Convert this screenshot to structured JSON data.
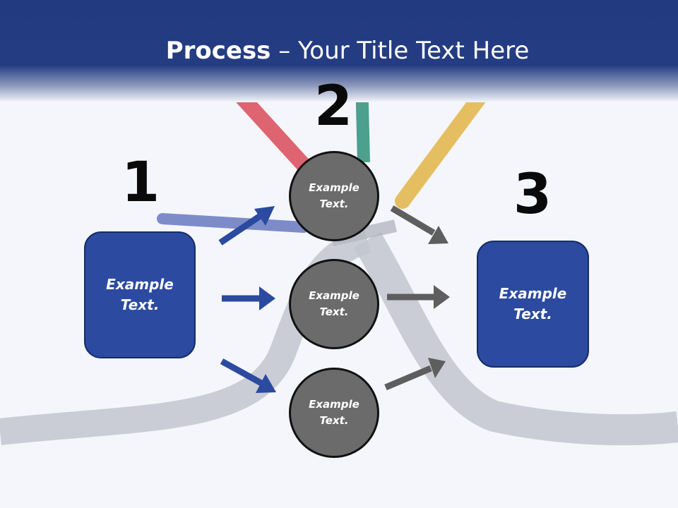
{
  "title": {
    "bold": "Process",
    "rest": " – Your Title Text Here"
  },
  "steps": {
    "one": "1",
    "two": "2",
    "three": "3"
  },
  "boxes": {
    "left": {
      "line1": "Example",
      "line2": "Text."
    },
    "right": {
      "line1": "Example",
      "line2": "Text."
    }
  },
  "circles": [
    {
      "line1": "Example",
      "line2": "Text."
    },
    {
      "line1": "Example",
      "line2": "Text."
    },
    {
      "line1": "Example",
      "line2": "Text."
    }
  ],
  "colors": {
    "header": "#223a80",
    "box": "#2b4aa0",
    "circle": "#6b6b6b",
    "arrow_blue": "#2b4aa0",
    "arrow_gray": "#5e5e5e"
  }
}
